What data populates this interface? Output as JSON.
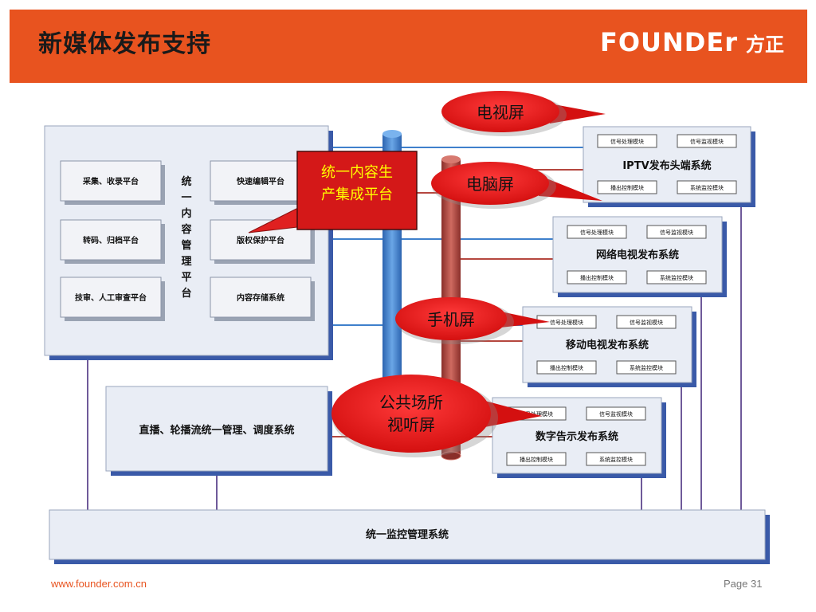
{
  "title": "新媒体发布支持",
  "logo": {
    "en": "FOUNDEr",
    "cn": "方正"
  },
  "footer": {
    "url": "www.founder.com.cn",
    "page": "Page 31"
  },
  "platform": {
    "vertical_label": [
      "统",
      "一",
      "内",
      "容",
      "管",
      "理",
      "平",
      "台"
    ],
    "left_boxes": [
      "采集、收录平台",
      "转码、归档平台",
      "技审、人工审查平台"
    ],
    "right_boxes": [
      "快速编辑平台",
      "版权保护平台",
      "内容存储系统"
    ]
  },
  "systems": [
    {
      "name": "IPTV发布头端系统",
      "modules": [
        "信号处理模块",
        "信号监视模块",
        "播出控制模块",
        "系统监控模块"
      ]
    },
    {
      "name": "网络电视发布系统",
      "modules": [
        "信号处理模块",
        "信号监视模块",
        "播出控制模块",
        "系统监控模块"
      ]
    },
    {
      "name": "移动电视发布系统",
      "modules": [
        "信号处理模块",
        "信号监视模块",
        "播出控制模块",
        "系统监控模块"
      ]
    },
    {
      "name": "数字告示发布系统",
      "modules": [
        "信号处理模块",
        "信号监视模块",
        "播出控制模块",
        "系统监控模块"
      ]
    }
  ],
  "callouts": {
    "integration": [
      "统一内容生",
      "产集成平台"
    ],
    "tv": "电视屏",
    "pc": "电脑屏",
    "mobile": "手机屏",
    "public": [
      "公共场所",
      "视听屏"
    ]
  },
  "broadcast_system": "直播、轮播流统一管理、调度系统",
  "monitor_system": "统一监控管理系统",
  "colors": {
    "header": "#e8531f",
    "box_fill": "#e9edf5",
    "shadow": "#3a5aa8",
    "blue_bus": "#3f80cc",
    "red_bus": "#b5473f",
    "callout_red": "#e02020",
    "callout_text": "#ffff00"
  }
}
